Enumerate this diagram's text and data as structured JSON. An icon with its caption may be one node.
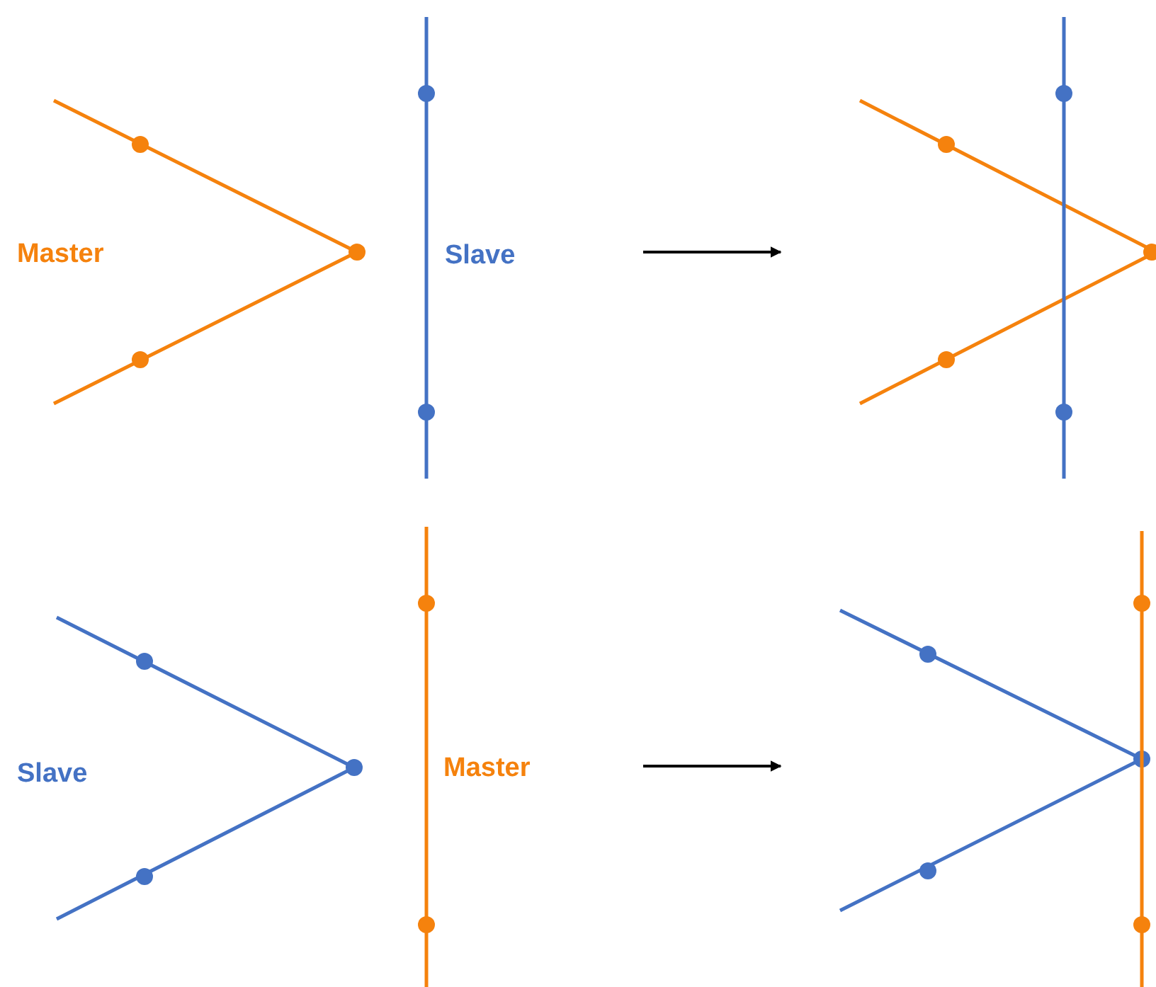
{
  "diagram": {
    "labels": [
      "Master",
      "Slave",
      "Slave",
      "Master"
    ]
  }
}
